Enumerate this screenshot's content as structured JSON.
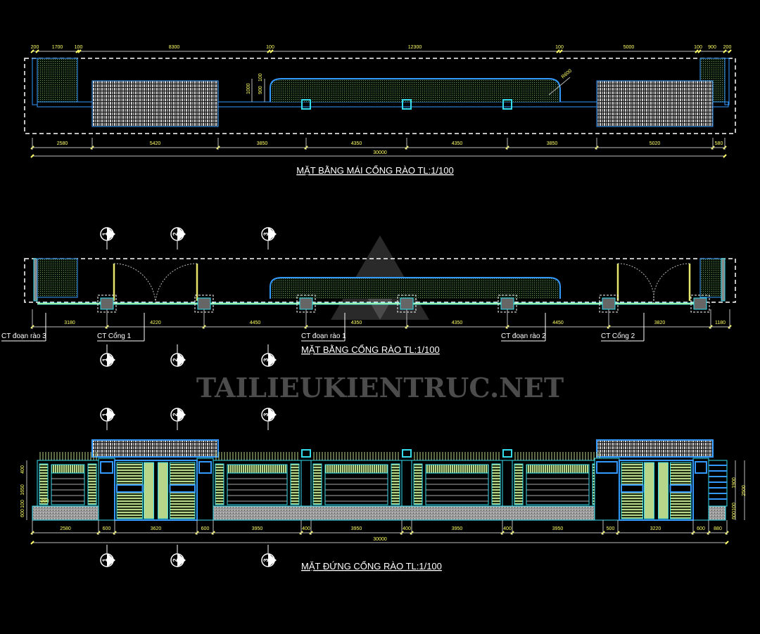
{
  "colors": {
    "background": "#000000",
    "wall": "#3399ff",
    "cyan": "#33ddee",
    "dim": "#ffff66",
    "green": "#b8d68a",
    "line": "#ffffff",
    "watermark": "#5a5a5a"
  },
  "watermark": {
    "text": "TAILIEUKIENTRUC.NET"
  },
  "roof_plan": {
    "title": "MẶT BẰNG MÁI CỔNG RÀO TL:1/100",
    "top_dims": [
      "200",
      "1700",
      "100",
      "8300",
      "100",
      "12300",
      "100",
      "5000",
      "100",
      "900",
      "200"
    ],
    "radius_label": "R600",
    "vertical_dims": [
      "1000",
      "900",
      "100"
    ],
    "bottom_dims": [
      "2580",
      "5420",
      "3850",
      "4350",
      "4350",
      "3850",
      "5020",
      "580"
    ],
    "total": "30000"
  },
  "gate_plan": {
    "title": "MẶT BẰNG CỔNG RÀO TL:1/100",
    "axis_labels": [
      "1",
      "2",
      "3"
    ],
    "bottom_dims": [
      "3180",
      "4220",
      "4450",
      "4350",
      "4350",
      "4450",
      "3820",
      "1180"
    ],
    "callouts": [
      "CT đoạn rào 3",
      "CT Cổng 1",
      "CT đoạn rào 1",
      "CT đoạn rào 2",
      "CT Cổng 2"
    ]
  },
  "elevation": {
    "title": "MẶT ĐỨNG CỔNG RÀO TL:1/100",
    "axis_labels": [
      "1",
      "2",
      "3"
    ],
    "left_dims": [
      "400",
      "1650",
      "100",
      "600",
      "200"
    ],
    "right_dims": [
      "1900",
      "100",
      "600",
      "2500"
    ],
    "bottom_dims": [
      "2580",
      "600",
      "3620",
      "600",
      "3950",
      "400",
      "3950",
      "400",
      "3950",
      "400",
      "3950",
      "500",
      "3220",
      "600",
      "880"
    ],
    "total": "30000"
  }
}
